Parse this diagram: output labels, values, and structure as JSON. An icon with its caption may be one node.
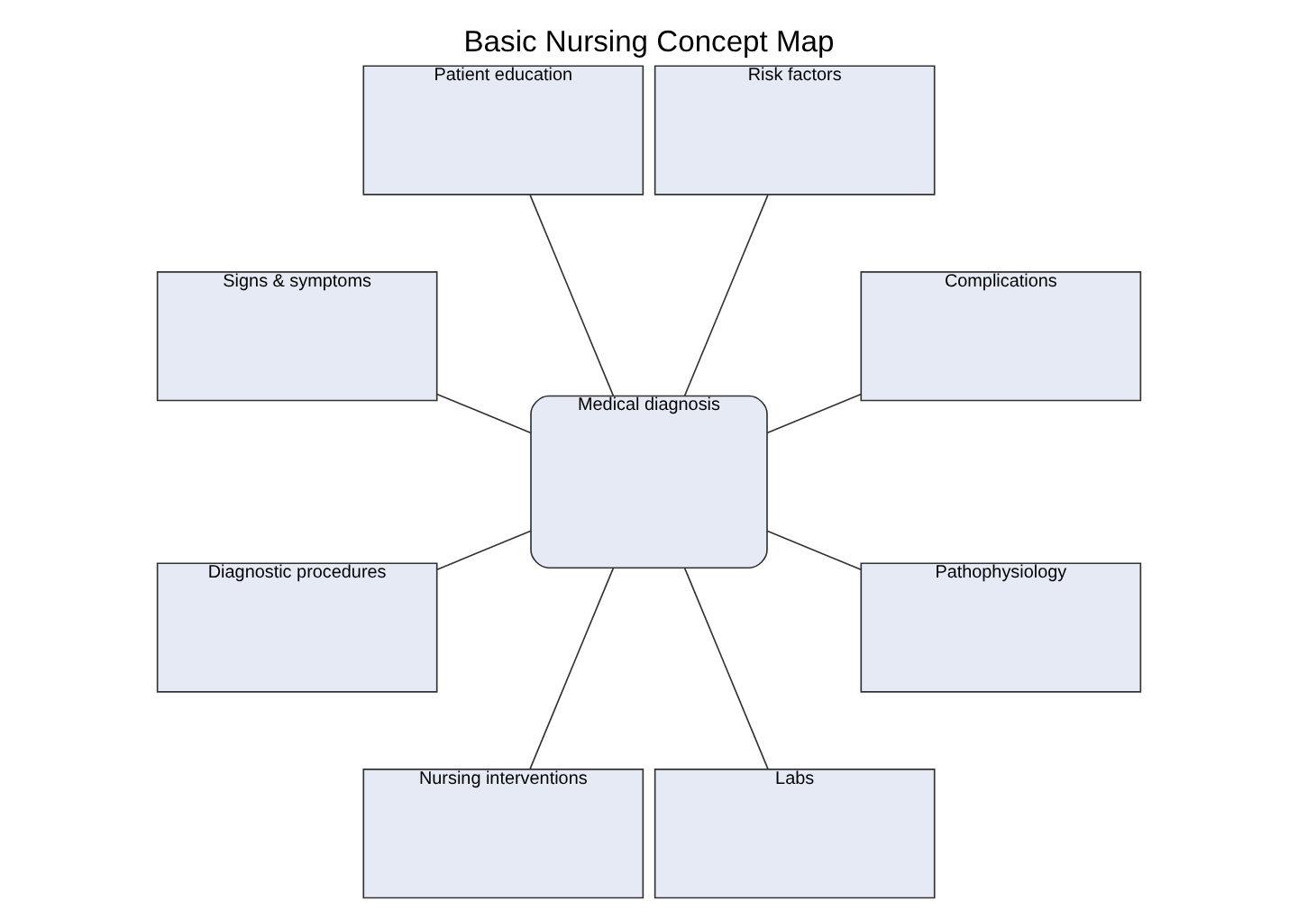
{
  "diagram": {
    "title": "Basic Nursing Concept Map",
    "nodes": [
      {
        "text": [
          "Medical diagnosis"
        ]
      },
      {
        "text": [
          "Complications"
        ]
      },
      {
        "text": [
          "Risk factors"
        ]
      },
      {
        "text": [
          "Patient education"
        ]
      },
      {
        "text": [
          "Signs & symptoms"
        ]
      },
      {
        "text": [
          "Diagnostic procedures"
        ]
      },
      {
        "text": [
          "Nursing interventions"
        ]
      },
      {
        "text": [
          "Labs"
        ]
      },
      {
        "text": [
          "Pathophysiology"
        ]
      }
    ],
    "edges": [
      {
        "from": 0,
        "to": 1,
        "arrow": "none"
      },
      {
        "from": 0,
        "to": 2,
        "arrow": "none"
      },
      {
        "from": 0,
        "to": 3,
        "arrow": "none"
      },
      {
        "from": 0,
        "to": 4,
        "arrow": "none"
      },
      {
        "from": 0,
        "to": 5,
        "arrow": "none"
      },
      {
        "from": 0,
        "to": 6,
        "arrow": "none"
      },
      {
        "from": 0,
        "to": 7,
        "arrow": "none"
      },
      {
        "from": 0,
        "to": 8,
        "arrow": "none"
      }
    ]
  }
}
